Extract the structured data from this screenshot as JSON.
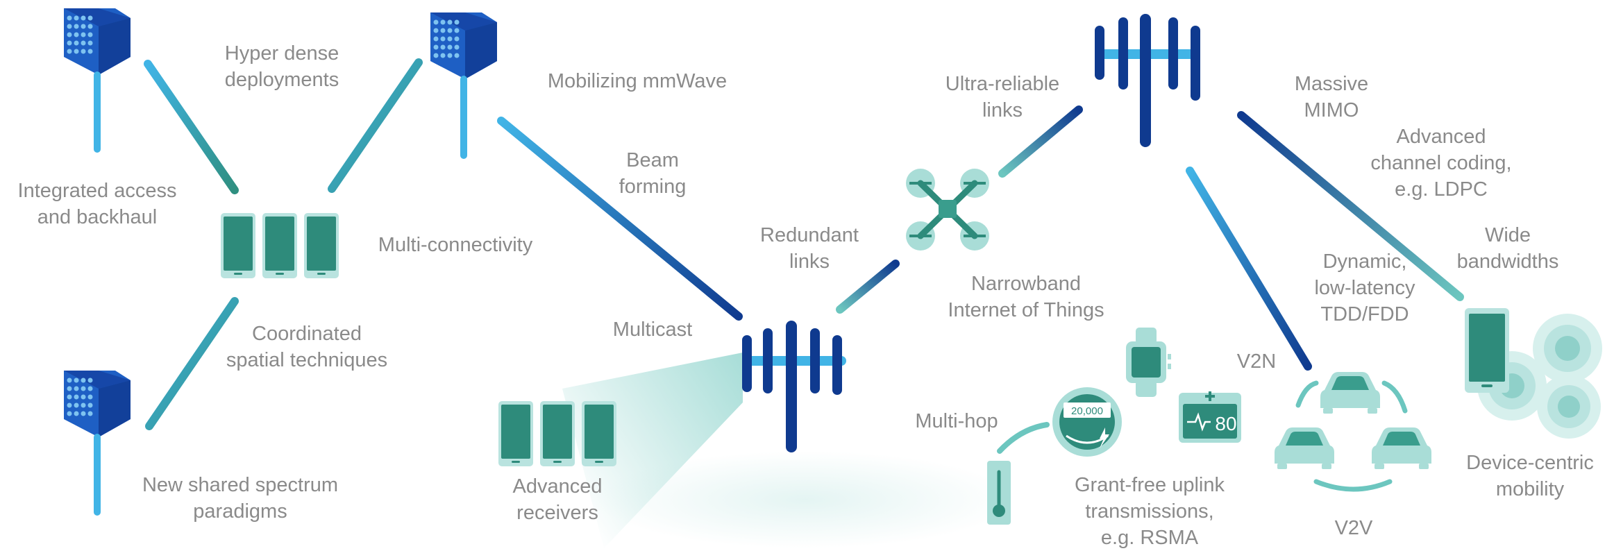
{
  "colors": {
    "light_blue": "#41b4e6",
    "teal": "#2f8f80",
    "dark_navy": "#0f3a8f",
    "light_teal": "#6cc6bf",
    "device_teal": "#2e8b7b",
    "device_screen": "#3a9d8d",
    "label_grey": "#8a8a8a"
  },
  "icons": {
    "small_cell": "cube-antenna-icon",
    "base_station": "macro-base-station-icon",
    "phone": "smartphone-icon",
    "drone": "drone-icon",
    "watch": "smartwatch-icon",
    "meter": "smart-meter-icon",
    "monitor": "health-monitor-icon",
    "thermometer": "thermometer-icon",
    "car": "car-icon",
    "cell_region": "coverage-circle-icon"
  },
  "meter_reading": "20,000",
  "monitor_reading": "80",
  "labels": {
    "hyper_dense": [
      "Hyper dense",
      "deployments"
    ],
    "mobilizing_mmwave": [
      "Mobilizing mmWave"
    ],
    "integrated_access": [
      "Integrated access",
      "and backhaul"
    ],
    "multi_connectivity": [
      "Multi-connectivity"
    ],
    "coordinated_spatial": [
      "Coordinated",
      "spatial techniques"
    ],
    "new_shared_spectrum": [
      "New shared spectrum",
      "paradigms"
    ],
    "beam_forming": [
      "Beam",
      "forming"
    ],
    "multicast": [
      "Multicast"
    ],
    "advanced_receivers": [
      "Advanced",
      "receivers"
    ],
    "redundant_links": [
      "Redundant",
      "links"
    ],
    "ultra_reliable": [
      "Ultra-reliable",
      "links"
    ],
    "narrowband_iot": [
      "Narrowband",
      "Internet of Things"
    ],
    "massive_mimo": [
      "Massive",
      "MIMO"
    ],
    "advanced_channel_coding": [
      "Advanced",
      "channel coding,",
      "e.g. LDPC"
    ],
    "wide_bandwidths": [
      "Wide",
      "bandwidths"
    ],
    "dynamic_tdd": [
      "Dynamic,",
      "low-latency",
      "TDD/FDD"
    ],
    "multi_hop": [
      "Multi-hop"
    ],
    "grant_free": [
      "Grant-free uplink",
      "transmissions,",
      "e.g. RSMA"
    ],
    "v2n": [
      "V2N"
    ],
    "v2v": [
      "V2V"
    ],
    "device_centric": [
      "Device-centric",
      "mobility"
    ]
  }
}
